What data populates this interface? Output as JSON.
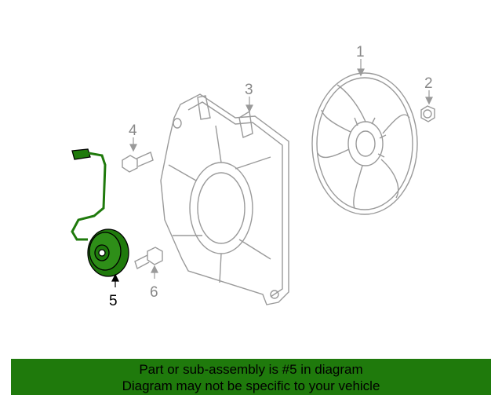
{
  "diagram": {
    "callouts": [
      "1",
      "2",
      "3",
      "4",
      "5",
      "6"
    ],
    "highlight_color": "#1f7a0c",
    "line_color": "#9a9a9a"
  },
  "banner": {
    "line1": "Part or sub-assembly is #5 in diagram",
    "line2": "Diagram may not be specific to your vehicle",
    "background": "#1f7a0c"
  }
}
